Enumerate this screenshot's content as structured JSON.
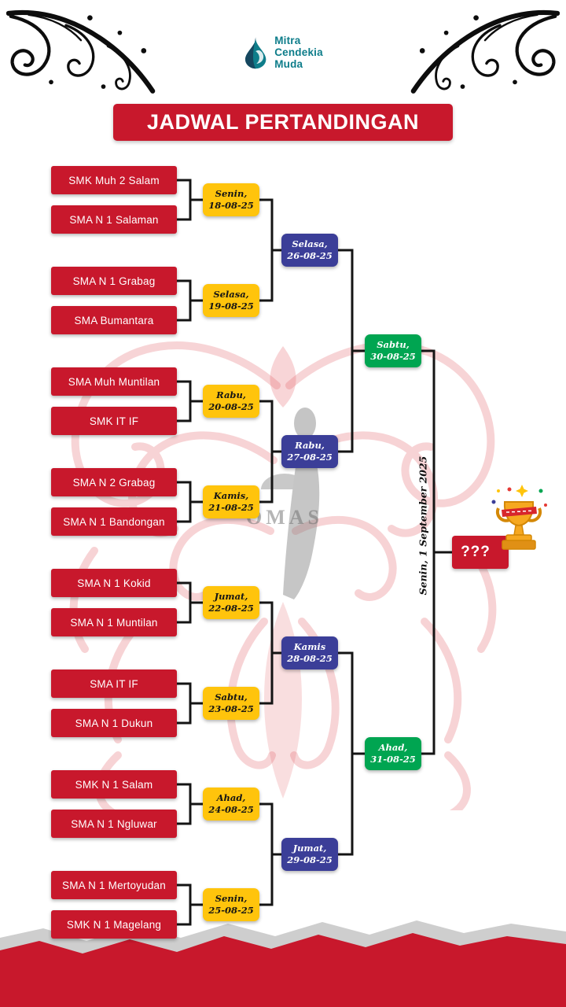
{
  "header": {
    "logo": {
      "line1": "Mitra",
      "line2": "Cendekia",
      "line3": "Muda"
    },
    "title": "JADWAL PERTANDINGAN"
  },
  "bracket": {
    "teams": [
      "SMK Muh 2 Salam",
      "SMA N 1 Salaman",
      "SMA N 1 Grabag",
      "SMA Bumantara",
      "SMA Muh Muntilan",
      "SMK IT IF",
      "SMA N 2 Grabag",
      "SMA N 1 Bandongan",
      "SMA N 1 Kokid",
      "SMA N 1 Muntilan",
      "SMA IT IF",
      "SMA N 1 Dukun",
      "SMK N 1 Salam",
      "SMA N 1 Ngluwar",
      "SMA N 1 Mertoyudan",
      "SMK N 1 Magelang"
    ],
    "round1": [
      {
        "day": "Senin,",
        "date": "18-08-25"
      },
      {
        "day": "Selasa,",
        "date": "19-08-25"
      },
      {
        "day": "Rabu,",
        "date": "20-08-25"
      },
      {
        "day": "Kamis,",
        "date": "21-08-25"
      },
      {
        "day": "Jumat,",
        "date": "22-08-25"
      },
      {
        "day": "Sabtu,",
        "date": "23-08-25"
      },
      {
        "day": "Ahad,",
        "date": "24-08-25"
      },
      {
        "day": "Senin,",
        "date": "25-08-25"
      }
    ],
    "round2": [
      {
        "day": "Selasa,",
        "date": "26-08-25"
      },
      {
        "day": "Rabu,",
        "date": "27-08-25"
      },
      {
        "day": "Kamis",
        "date": "28-08-25"
      },
      {
        "day": "Jumat,",
        "date": "29-08-25"
      }
    ],
    "semifinals": [
      {
        "day": "Sabtu,",
        "date": "30-08-25"
      },
      {
        "day": "Ahad,",
        "date": "31-08-25"
      }
    ],
    "final": {
      "label": "Senin, 1 September 2025",
      "champion": "???"
    }
  },
  "watermark": {
    "text": "OMAS"
  },
  "colors": {
    "red": "#C8182C",
    "yellow": "#FFC40C",
    "blue": "#3B3E98",
    "green": "#00A551",
    "teal": "#0E7D8A"
  }
}
